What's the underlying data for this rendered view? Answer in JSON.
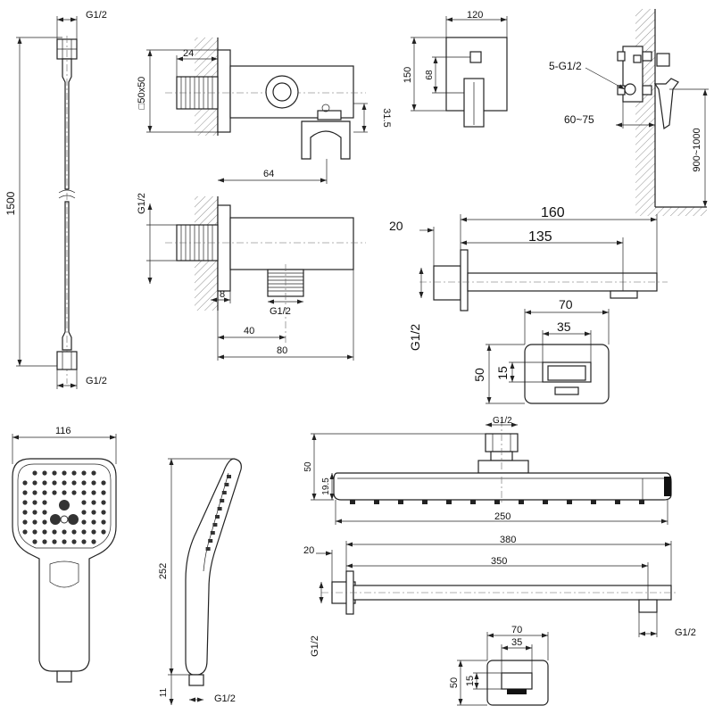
{
  "hose": {
    "top_thread": "G1/2",
    "bottom_thread": "G1/2",
    "length": "1500"
  },
  "valve_top": {
    "dim_24": "24",
    "dim_square": "□50x50",
    "dim_31_5": "31.5",
    "dim_64": "64"
  },
  "valve_bottom": {
    "thread_left": "G1/2",
    "dim_8": "8",
    "thread_outlet": "G1/2",
    "dim_40": "40",
    "dim_80": "80"
  },
  "mixer_front": {
    "dim_120": "120",
    "dim_150": "150",
    "dim_68": "68"
  },
  "install": {
    "inlets": "5-G1/2",
    "spread": "60~75",
    "height": "900~1000"
  },
  "spout": {
    "dim_20": "20",
    "dim_160": "160",
    "dim_135": "135",
    "thread": "G1/2"
  },
  "spout_flange": {
    "dim_70": "70",
    "dim_35": "35",
    "dim_50": "50",
    "dim_15": "15"
  },
  "hand_shower": {
    "width": "116",
    "length": "252",
    "dim_11": "11",
    "thread": "G1/2"
  },
  "rain_head": {
    "thread": "G1/2",
    "height": "50",
    "thickness": "19.5",
    "width": "250"
  },
  "arm": {
    "dim_20": "20",
    "dim_380": "380",
    "dim_350": "350",
    "thread_side": "G1/2",
    "thread_end": "G1/2"
  },
  "arm_flange": {
    "dim_70": "70",
    "dim_35": "35",
    "dim_50": "50",
    "dim_15": "15"
  }
}
